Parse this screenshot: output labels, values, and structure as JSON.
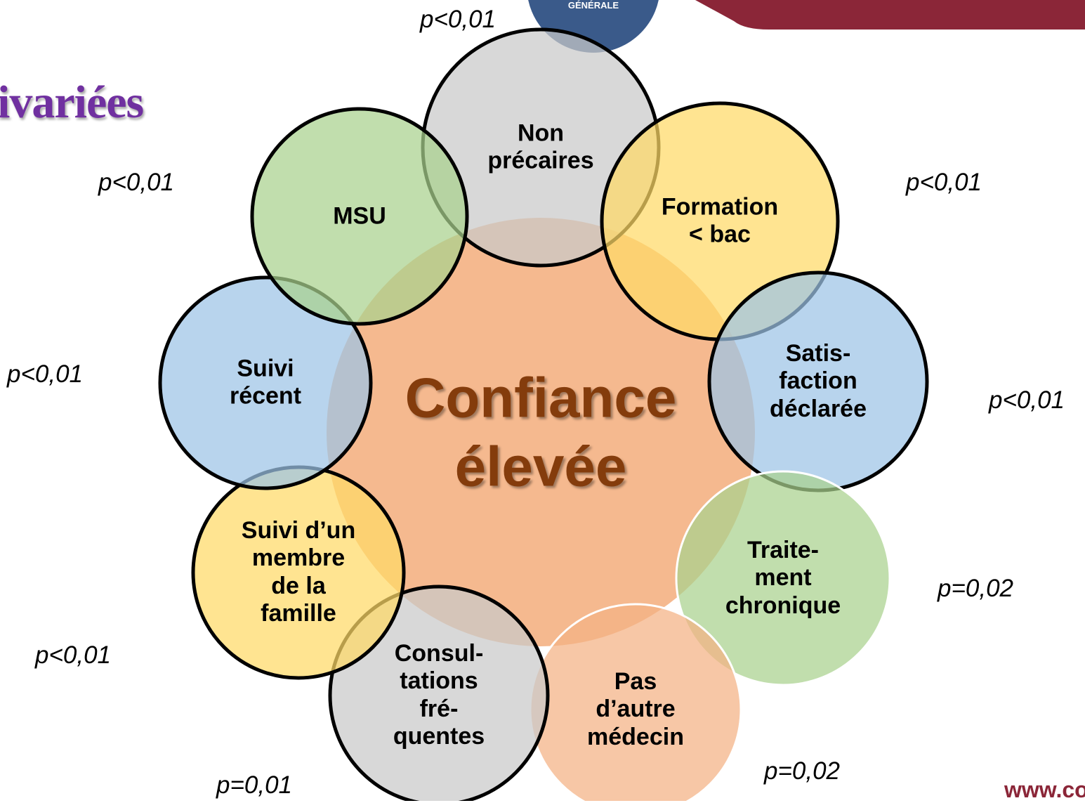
{
  "title": "ivariées",
  "center": {
    "line1": "Confiance",
    "line2": "élevée"
  },
  "logo_text": "GÉNÉRALE",
  "footer_url": "www.cor",
  "nodes": [
    {
      "key": "non_precaires",
      "lines": [
        "Non",
        "précaires"
      ],
      "p": "p<0,01",
      "fill": "#c9c9c9",
      "stroke": "#000000"
    },
    {
      "key": "formation",
      "lines": [
        "Formation",
        "< bac"
      ],
      "p": "p<0,01",
      "fill": "#ffd966",
      "stroke": "#000000"
    },
    {
      "key": "satisfaction",
      "lines": [
        "Satis-",
        "faction",
        "déclarée"
      ],
      "p": "p<0,01",
      "fill": "#9dc3e6",
      "stroke": "#000000"
    },
    {
      "key": "traitement",
      "lines": [
        "Traite-",
        "ment",
        "chronique"
      ],
      "p": "p=0,02",
      "fill": "#a9d18e",
      "stroke": "#ffffff"
    },
    {
      "key": "autre_medecin",
      "lines": [
        "Pas",
        "d’autre",
        "médecin"
      ],
      "p": "p=0,02",
      "fill": "#f4b183",
      "stroke": "#ffffff"
    },
    {
      "key": "consultations",
      "lines": [
        "Consul-",
        "tations",
        "fré-",
        "quentes"
      ],
      "p": "p=0,01",
      "fill": "#c9c9c9",
      "stroke": "#000000"
    },
    {
      "key": "famille",
      "lines": [
        "Suivi d’un",
        "membre",
        "de la",
        "famille"
      ],
      "p": "p<0,01",
      "fill": "#ffd966",
      "stroke": "#000000"
    },
    {
      "key": "suivi_recent",
      "lines": [
        "Suivi",
        "récent"
      ],
      "p": "p<0,01",
      "fill": "#9dc3e6",
      "stroke": "#000000"
    },
    {
      "key": "msu",
      "lines": [
        "MSU"
      ],
      "p": "p<0,01",
      "fill": "#a9d18e",
      "stroke": "#000000"
    }
  ],
  "colors": {
    "center_fill": "#f4b183",
    "center_text": "#843c0c",
    "title": "#7030a0",
    "banner": "#8b2638"
  }
}
